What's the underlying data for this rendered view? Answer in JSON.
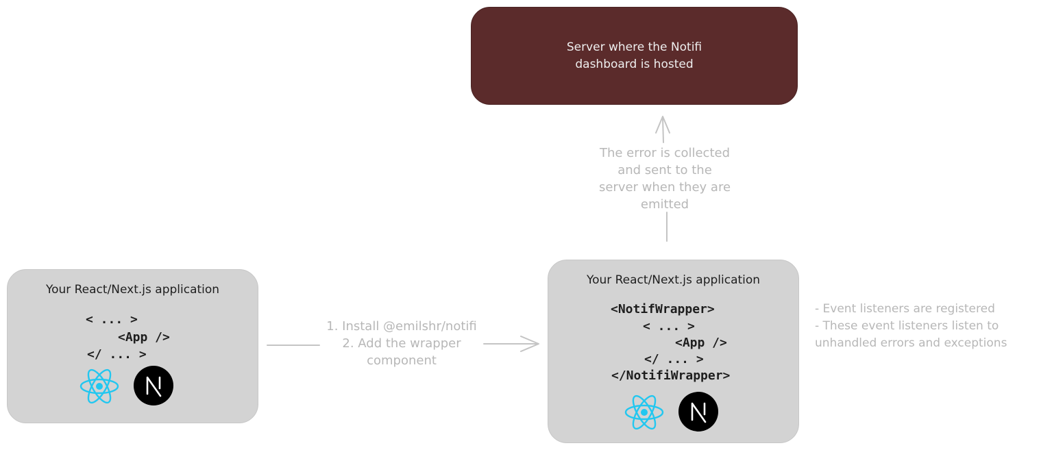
{
  "server": {
    "line1": "Server where the Notifi",
    "line2": "dashboard is hosted"
  },
  "left_app": {
    "title": "Your React/Next.js application",
    "code": [
      "< ... >",
      "<App />",
      "</ ... >"
    ]
  },
  "right_app": {
    "title": "Your React/Next.js application",
    "code": [
      "<NotifWrapper>",
      "< ... >",
      "<App />",
      "</ ... >",
      "</NotifiWrapper>"
    ]
  },
  "install_note": {
    "line1": "1. Install @emilshr/notifi",
    "line2": "2. Add the wrapper",
    "line3": "component"
  },
  "error_note": {
    "line1": "The error is collected",
    "line2": "and sent to the",
    "line3": "server when they are",
    "line4": "emitted"
  },
  "listener_note": {
    "line1": "- Event listeners are registered",
    "line2": "- These event listeners listen to",
    "line3": "unhandled errors and exceptions"
  },
  "icons": [
    "react-logo-icon",
    "nextjs-logo-icon"
  ],
  "colors": {
    "server_box": "#5b2b2b",
    "app_box": "#d3d3d3",
    "react": "#22c7f0",
    "next": "#000000",
    "note_text": "#b7b7b7"
  }
}
